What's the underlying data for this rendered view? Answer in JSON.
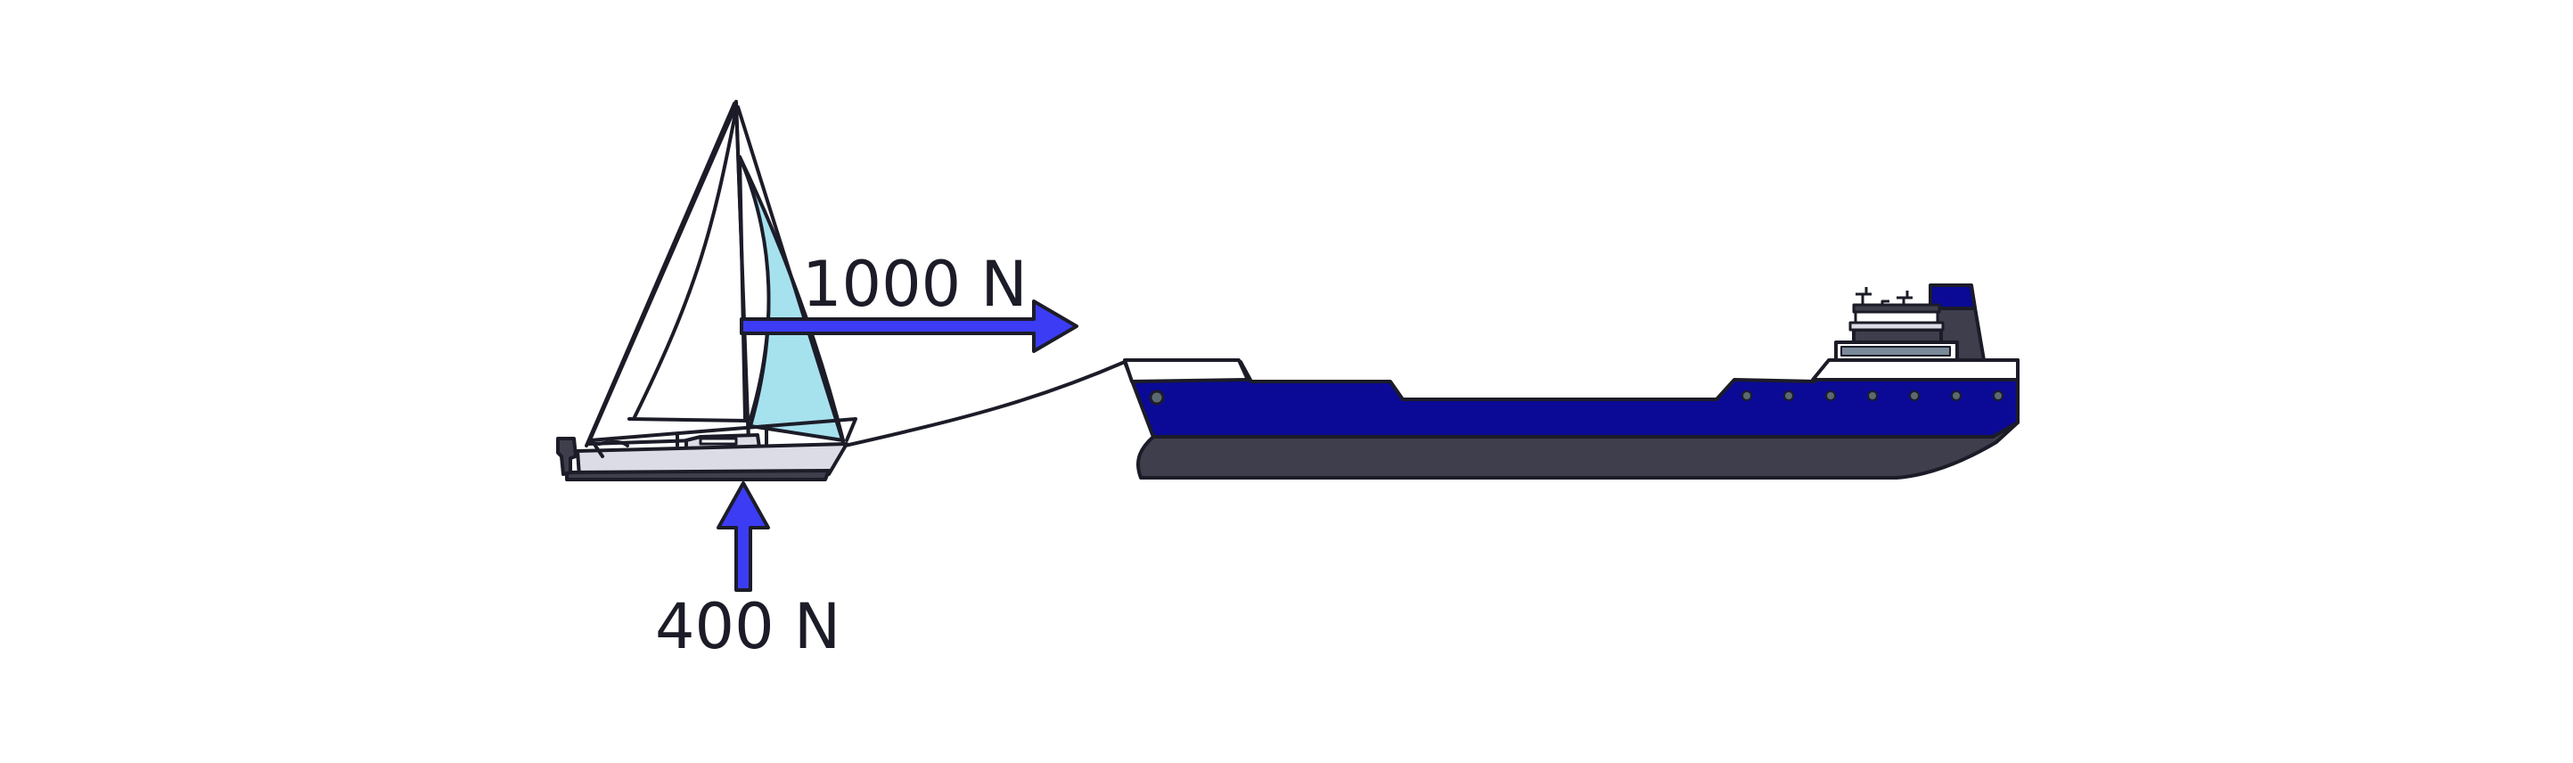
{
  "forces": {
    "horizontal": {
      "magnitude": "1000 N",
      "direction": "right"
    },
    "vertical": {
      "magnitude": "400 N",
      "direction": "up"
    }
  },
  "colors": {
    "arrow_fill": "#3c3cf5",
    "ship_hull": "#0a0a96",
    "ship_bottom": "#3e3e4c",
    "sail_fill": "#a6e1ee",
    "outline": "#1c1c28",
    "deck_white": "#ffffff",
    "sailboat_hull": "#dcdce6"
  }
}
